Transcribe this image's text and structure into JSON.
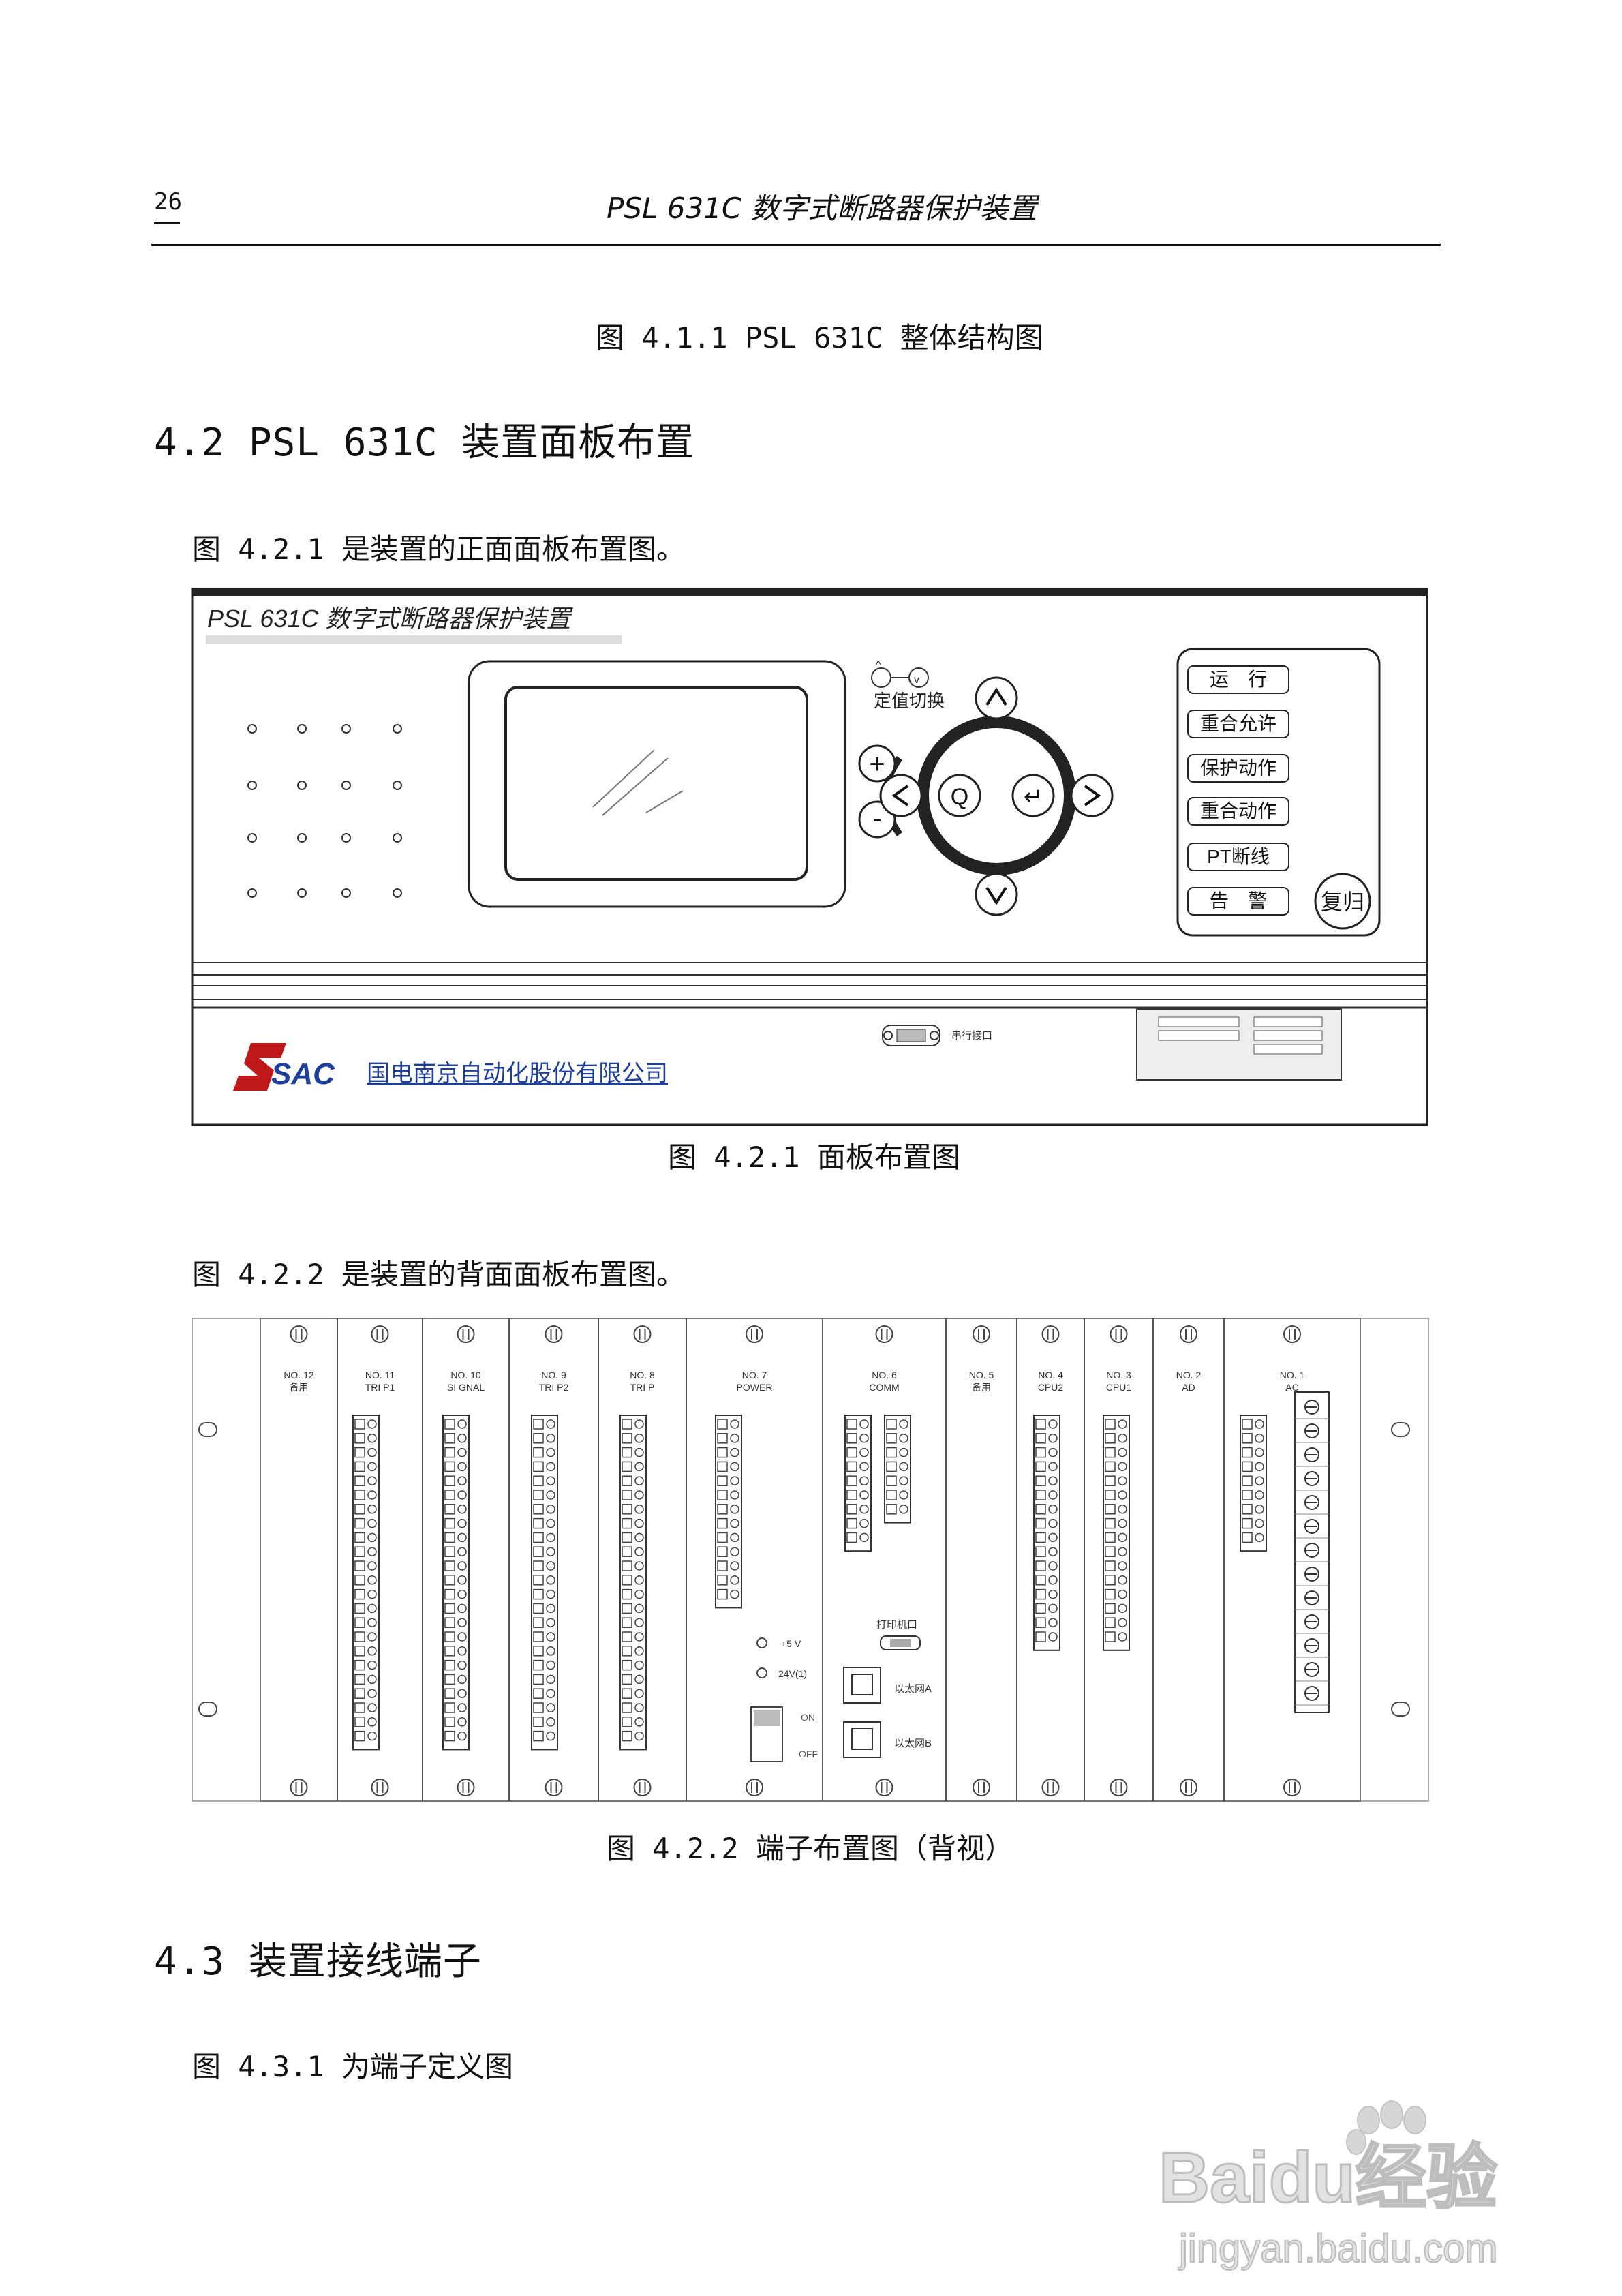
{
  "header": {
    "page_number": "26",
    "title": "PSL 631C 数字式断路器保护装置"
  },
  "fig_411_caption": "图 4.1.1 PSL 631C 整体结构图",
  "section_42": {
    "heading": "4.2 PSL 631C 装置面板布置",
    "intro_front": "图 4.2.1 是装置的正面面板布置图。",
    "front_caption": "图 4.2.1  面板布置图",
    "intro_back": "图 4.2.2 是装置的背面面板布置图。",
    "back_caption": "图 4.2.2  端子布置图（背视）"
  },
  "front_panel": {
    "device_title": "PSL 631C 数字式断路器保护装置",
    "setting_switch_label": "定值切换",
    "keys": {
      "plus": "+",
      "minus": "-",
      "up": "^",
      "down": "v",
      "left": "<",
      "right": ">",
      "quit": "Q",
      "enter": "↵"
    },
    "indicators": [
      "运　行",
      "重合允许",
      "保护动作",
      "重合动作",
      "PT断线",
      "告　警"
    ],
    "reset_button": "复归",
    "serial_port_label": "串行接口",
    "company_logo": "SAC",
    "company_name": "国电南京自动化股份有限公司"
  },
  "rear_panel": {
    "slots": [
      {
        "no": "NO. 12",
        "name": "备用"
      },
      {
        "no": "NO. 11",
        "name": "TRI P1"
      },
      {
        "no": "NO. 10",
        "name": "SI GNAL"
      },
      {
        "no": "NO. 9",
        "name": "TRI P2"
      },
      {
        "no": "NO. 8",
        "name": "TRI P"
      },
      {
        "no": "NO. 7",
        "name": "POWER"
      },
      {
        "no": "NO. 6",
        "name": "COMM"
      },
      {
        "no": "NO. 5",
        "name": "备用"
      },
      {
        "no": "NO. 4",
        "name": "CPU2"
      },
      {
        "no": "NO. 3",
        "name": "CPU1"
      },
      {
        "no": "NO. 2",
        "name": "AD"
      },
      {
        "no": "NO. 1",
        "name": "AC"
      }
    ],
    "power_leds": [
      "+5 V",
      "24V(1)"
    ],
    "switch_on": "ON",
    "switch_off": "OFF",
    "print_port": "打印机口",
    "ethernet_a": "以太网A",
    "ethernet_b": "以太网B"
  },
  "section_43": {
    "heading": "4.3  装置接线端子",
    "intro": "图 4.3.1 为端子定义图"
  },
  "watermark": {
    "brand": "Baidu经验",
    "url": "jingyan.baidu.com"
  }
}
